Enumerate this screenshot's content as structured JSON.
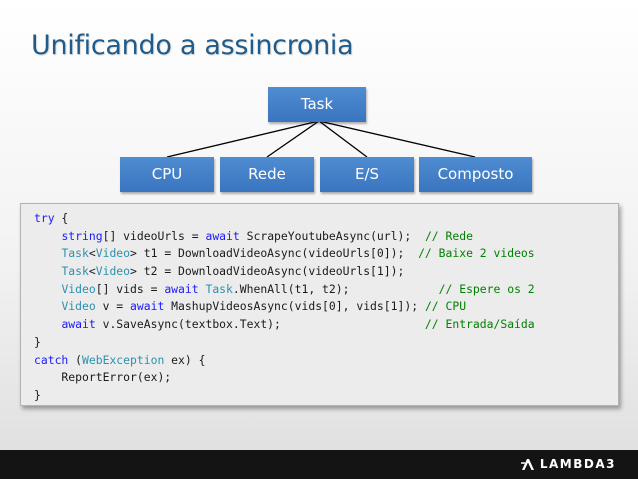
{
  "slide": {
    "title": "Unificando a assincronia"
  },
  "diagram": {
    "root": "Task",
    "children": [
      "CPU",
      "Rede",
      "E/S",
      "Composto"
    ]
  },
  "code": {
    "lines": [
      [
        {
          "t": "try",
          "c": "kw"
        },
        {
          "t": " {",
          "c": "tx"
        }
      ],
      [
        {
          "t": "    ",
          "c": "tx"
        },
        {
          "t": "string",
          "c": "kw"
        },
        {
          "t": "[] videoUrls = ",
          "c": "tx"
        },
        {
          "t": "await",
          "c": "kw"
        },
        {
          "t": " ScrapeYoutubeAsync(url);  ",
          "c": "tx"
        },
        {
          "t": "// Rede",
          "c": "cm"
        }
      ],
      [
        {
          "t": "    ",
          "c": "tx"
        },
        {
          "t": "Task",
          "c": "ty"
        },
        {
          "t": "<",
          "c": "tx"
        },
        {
          "t": "Video",
          "c": "ty"
        },
        {
          "t": "> t1 = DownloadVideoAsync(videoUrls[0]);  ",
          "c": "tx"
        },
        {
          "t": "// Baixe 2 videos",
          "c": "cm"
        }
      ],
      [
        {
          "t": "    ",
          "c": "tx"
        },
        {
          "t": "Task",
          "c": "ty"
        },
        {
          "t": "<",
          "c": "tx"
        },
        {
          "t": "Video",
          "c": "ty"
        },
        {
          "t": "> t2 = DownloadVideoAsync(videoUrls[1]);",
          "c": "tx"
        }
      ],
      [
        {
          "t": "    ",
          "c": "tx"
        },
        {
          "t": "Video",
          "c": "ty"
        },
        {
          "t": "[] vids = ",
          "c": "tx"
        },
        {
          "t": "await",
          "c": "kw"
        },
        {
          "t": " ",
          "c": "tx"
        },
        {
          "t": "Task",
          "c": "ty"
        },
        {
          "t": ".WhenAll(t1, t2);             ",
          "c": "tx"
        },
        {
          "t": "// Espere os 2",
          "c": "cm"
        }
      ],
      [
        {
          "t": "    ",
          "c": "tx"
        },
        {
          "t": "Video",
          "c": "ty"
        },
        {
          "t": " v = ",
          "c": "tx"
        },
        {
          "t": "await",
          "c": "kw"
        },
        {
          "t": " MashupVideosAsync(vids[0], vids[1]); ",
          "c": "tx"
        },
        {
          "t": "// CPU",
          "c": "cm"
        }
      ],
      [
        {
          "t": "    ",
          "c": "tx"
        },
        {
          "t": "await",
          "c": "kw"
        },
        {
          "t": " v.SaveAsync(textbox.Text);                     ",
          "c": "tx"
        },
        {
          "t": "// Entrada/Saída",
          "c": "cm"
        }
      ],
      [
        {
          "t": "}",
          "c": "tx"
        }
      ],
      [
        {
          "t": "catch",
          "c": "kw"
        },
        {
          "t": " (",
          "c": "tx"
        },
        {
          "t": "WebException",
          "c": "ty"
        },
        {
          "t": " ex) {",
          "c": "tx"
        }
      ],
      [
        {
          "t": "    ReportError(ex);",
          "c": "tx"
        }
      ],
      [
        {
          "t": "}",
          "c": "tx"
        }
      ]
    ]
  },
  "footer": {
    "logo_text": "LAMBDA3",
    "logo_icon": "lambda3-logo-icon",
    "background": "#141414"
  },
  "colors": {
    "title": "#1f5c8c",
    "box": "#3f7dc7",
    "keyword": "#1a1aff",
    "type": "#2b91af",
    "comment": "#008000"
  }
}
